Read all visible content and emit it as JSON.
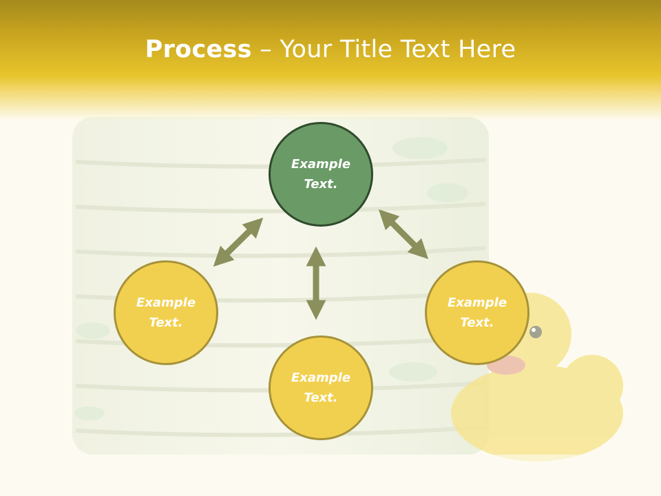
{
  "slide": {
    "title_bold": "Process",
    "title_rest": " – Your Title Text Here"
  },
  "diagram": {
    "nodes": [
      {
        "id": "top",
        "label": "Example Text.",
        "color": "#6a9a66"
      },
      {
        "id": "left",
        "label": "Example Text.",
        "color": "#f2d04f"
      },
      {
        "id": "right",
        "label": "Example Text.",
        "color": "#f2d04f"
      },
      {
        "id": "bottom",
        "label": "Example Text.",
        "color": "#f2d04f"
      }
    ],
    "arrow_color": "#8a8f5c"
  }
}
